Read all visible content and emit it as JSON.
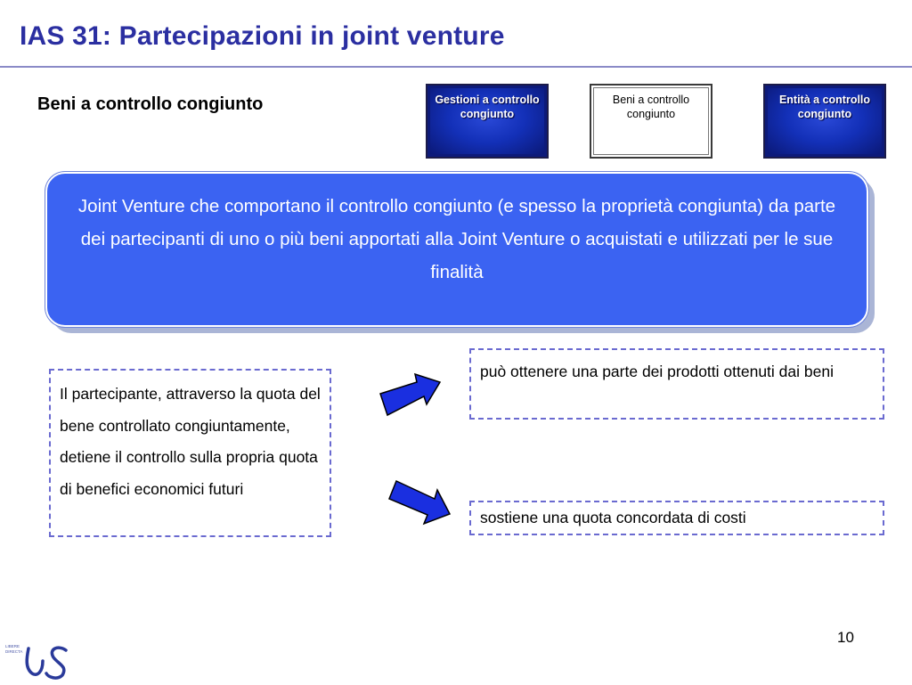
{
  "slide": {
    "title": "IAS 31: Partecipazioni in joint venture",
    "subtitle": "Beni a controllo congiunto",
    "page_number": "10"
  },
  "nav": {
    "items": [
      {
        "label": "Gestioni a controllo congiunto",
        "active": false
      },
      {
        "label": "Beni a controllo congiunto",
        "active": true
      },
      {
        "label": "Entità a controllo congiunto",
        "active": false
      }
    ]
  },
  "definition": {
    "text": "Joint Venture che comportano il controllo congiunto (e spesso la proprietà congiunta) da parte dei partecipanti di uno o più beni apportati alla Joint Venture o acquistati e utilizzati per le sue finalità"
  },
  "left_box": {
    "text": "Il partecipante, attraverso la quota del bene controllato congiuntamente, detiene il controllo sulla propria quota di benefici economici futuri"
  },
  "right_boxes": [
    {
      "text": "può ottenere una parte dei prodotti ottenuti dai beni"
    },
    {
      "text": "sostiene una quota concordata di costi"
    }
  ],
  "icons": {
    "arrow_1": "arrow-right-up-icon",
    "arrow_2": "arrow-right-down-icon",
    "logo": "us-logo-icon"
  },
  "logo": {
    "small_text_line1": "LIBERE",
    "small_text_line2": "DIRECTA"
  },
  "colors": {
    "title": "#2b2fa1",
    "accent_blue": "#3b63f2",
    "nav_dark": "#1330b8",
    "dashed_border": "#6a6ad0",
    "arrow_fill": "#1a2fe0"
  }
}
